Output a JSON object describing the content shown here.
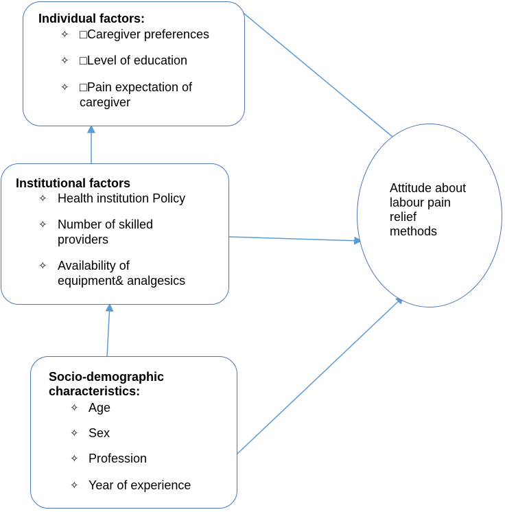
{
  "individual": {
    "title": "Individual factors:",
    "items": [
      "□Caregiver preferences",
      "□Level of education",
      "□Pain expectation of",
      "caregiver"
    ]
  },
  "institutional": {
    "title": "Institutional factors",
    "items": [
      "Health institution Policy",
      "Number of skilled",
      "providers",
      "Availability of",
      "equipment& analgesics"
    ]
  },
  "socio": {
    "title_line1": "Socio-demographic",
    "title_line2": "characteristics:",
    "items": [
      "Age",
      "Sex",
      "Profession",
      "Year of experience"
    ]
  },
  "outcome": {
    "lines": [
      "Attitude about",
      "labour pain",
      "relief",
      "methods"
    ]
  },
  "bullet_symbol": "✧",
  "colors": {
    "border": "#4a76b8",
    "arrow": "#5b9bd5",
    "text": "#000000"
  }
}
